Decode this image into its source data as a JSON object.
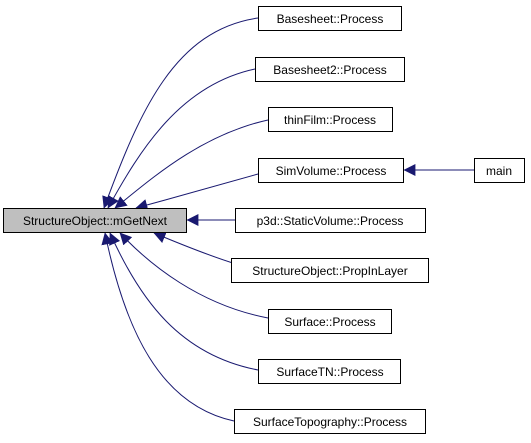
{
  "colors": {
    "edge": "#191970",
    "node_border": "#000000",
    "node_fill": "#ffffff",
    "root_fill": "#bfbfbf"
  },
  "nodes": {
    "root": "StructureObject::mGetNext",
    "basesheet": "Basesheet::Process",
    "basesheet2": "Basesheet2::Process",
    "thinfilm": "thinFilm::Process",
    "simvolume": "SimVolume::Process",
    "main": "main",
    "staticvolume": "p3d::StaticVolume::Process",
    "propinlayer": "StructureObject::PropInLayer",
    "surface": "Surface::Process",
    "surfacetn": "SurfaceTN::Process",
    "surfacetopography": "SurfaceTopography::Process"
  },
  "edges": [
    {
      "from": "basesheet",
      "to": "root"
    },
    {
      "from": "basesheet2",
      "to": "root"
    },
    {
      "from": "thinfilm",
      "to": "root"
    },
    {
      "from": "simvolume",
      "to": "root"
    },
    {
      "from": "main",
      "to": "simvolume"
    },
    {
      "from": "staticvolume",
      "to": "root"
    },
    {
      "from": "propinlayer",
      "to": "root"
    },
    {
      "from": "surface",
      "to": "root"
    },
    {
      "from": "surfacetn",
      "to": "root"
    },
    {
      "from": "surfacetopography",
      "to": "root"
    }
  ]
}
